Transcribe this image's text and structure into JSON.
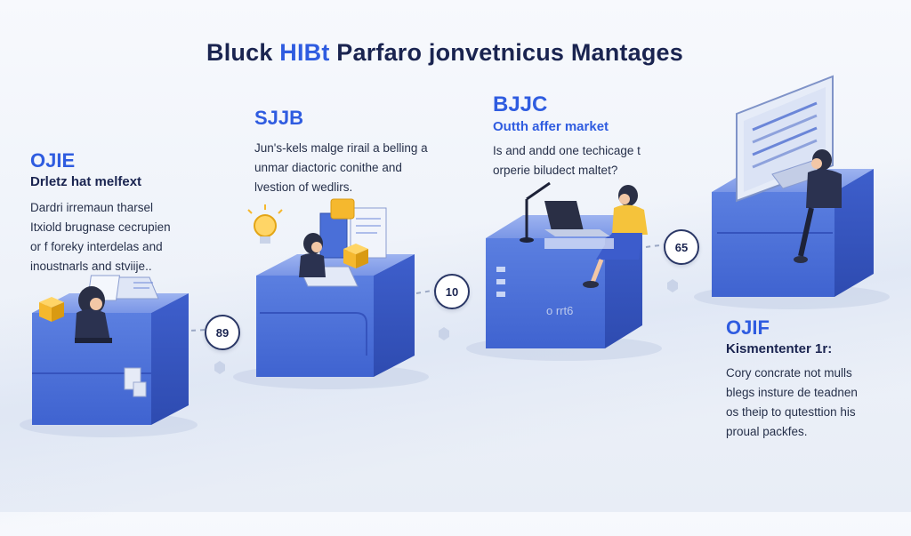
{
  "title": {
    "part1": "Bluck ",
    "part2": "HIBt",
    "part3": " Parfaro jonvetnicus Mantages"
  },
  "blocks": [
    {
      "label": "OJIE",
      "heading": "Drletz hat melfext",
      "lines": [
        "Dardri irremaun tharsel",
        "Itxiold brugnase cecrupien",
        "or f foreky interdelas and",
        "inoustnarls and stviije.."
      ]
    },
    {
      "label": "SJJB",
      "lines": [
        "Jun's-kels malge rirail a belling a",
        "unmar diactoric conithe and",
        "lvestion of wedlirs."
      ]
    },
    {
      "label": "BJJC",
      "heading": "Outth affer market",
      "lines": [
        "Is and andd one techicage t",
        "orperie biludect maltet?"
      ]
    },
    {
      "label": "OJIF",
      "heading": "Kismententer 1r:",
      "lines": [
        "Cory concrate not mulls",
        "blegs insture de teadnen",
        "os theip to qutesttion his",
        "proual packfes."
      ]
    }
  ],
  "badges": [
    "89",
    "10",
    "65"
  ],
  "pedestal_text": "o rrt6",
  "colors": {
    "accent": "#2f5ce0",
    "cube_top": "#7d9ae8",
    "cube_front": "#4a6fd8",
    "cube_side": "#3857c2",
    "gold": "#f5b82e"
  }
}
